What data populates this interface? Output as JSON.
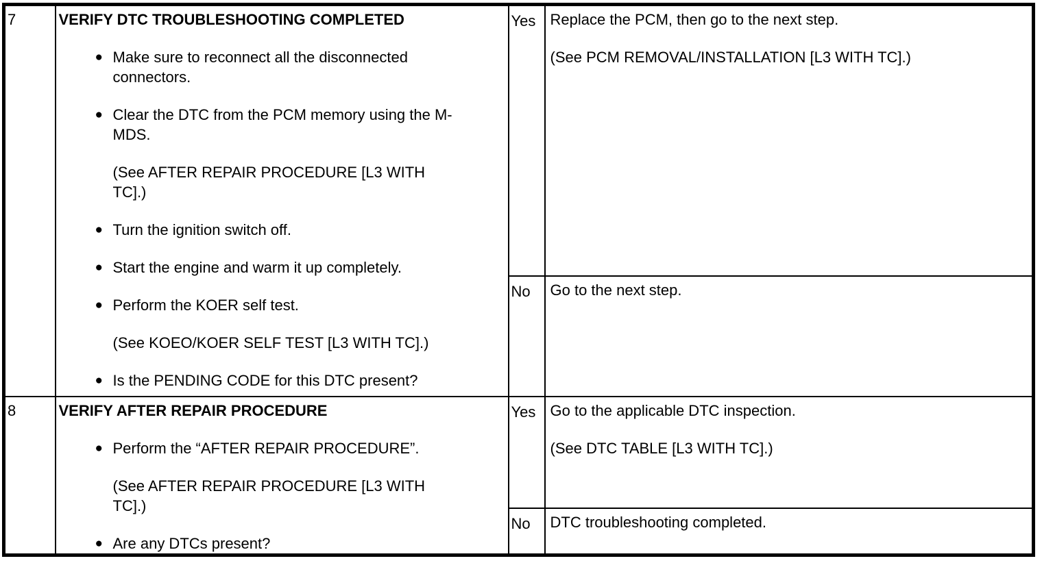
{
  "colors": {
    "border": "#000000",
    "text": "#000000",
    "background": "#ffffff"
  },
  "glyphs": {
    "bullet": "●"
  },
  "table": {
    "rows": [
      {
        "step": "7",
        "title": "VERIFY DTC TROUBLESHOOTING COMPLETED",
        "items": [
          {
            "type": "bullet",
            "text": "Make sure to reconnect all the disconnected connectors."
          },
          {
            "type": "bullet",
            "text": "Clear the DTC from the PCM memory using the M-MDS."
          },
          {
            "type": "reference",
            "text": "(See AFTER REPAIR PROCEDURE [L3 WITH TC].)"
          },
          {
            "type": "bullet",
            "text": "Turn the ignition switch off."
          },
          {
            "type": "bullet",
            "text": "Start the engine and warm it up completely."
          },
          {
            "type": "bullet",
            "text": "Perform the KOER self test."
          },
          {
            "type": "reference",
            "text": "(See KOEO/KOER SELF TEST [L3 WITH TC].)"
          },
          {
            "type": "bullet",
            "text": "Is the PENDING CODE for this DTC present?"
          }
        ],
        "yes": {
          "label": "Yes",
          "lines": [
            "Replace the PCM, then go to the next step.",
            "(See PCM REMOVAL/INSTALLATION [L3 WITH TC].)"
          ]
        },
        "no": {
          "label": "No",
          "lines": [
            "Go to the next step."
          ]
        }
      },
      {
        "step": "8",
        "title": "VERIFY AFTER REPAIR PROCEDURE",
        "items": [
          {
            "type": "bullet",
            "text": "Perform the “AFTER REPAIR PROCEDURE”."
          },
          {
            "type": "reference",
            "text": "(See AFTER REPAIR PROCEDURE [L3 WITH TC].)"
          },
          {
            "type": "bullet",
            "text": "Are any DTCs present?"
          }
        ],
        "yes": {
          "label": "Yes",
          "lines": [
            "Go to the applicable DTC inspection.",
            "(See DTC TABLE [L3 WITH TC].)"
          ]
        },
        "no": {
          "label": "No",
          "lines": [
            "DTC troubleshooting completed."
          ]
        }
      }
    ]
  }
}
